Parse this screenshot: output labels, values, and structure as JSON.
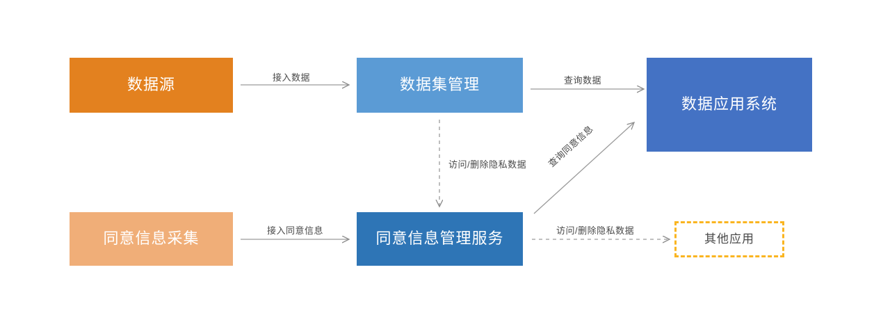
{
  "diagram": {
    "title": "",
    "background": "#ffffff",
    "nodes": [
      {
        "id": "data-source",
        "label": "数据源",
        "fill": "#E3811F",
        "text_color": "#ffffff",
        "style": "solid"
      },
      {
        "id": "dataset-mgmt",
        "label": "数据集管理",
        "fill": "#5B9BD5",
        "text_color": "#ffffff",
        "style": "solid"
      },
      {
        "id": "data-app-system",
        "label": "数据应用系统",
        "fill": "#4472C4",
        "text_color": "#ffffff",
        "style": "solid"
      },
      {
        "id": "consent-collect",
        "label": "同意信息采集",
        "fill": "#F0AE78",
        "text_color": "#ffffff",
        "style": "solid"
      },
      {
        "id": "consent-service",
        "label": "同意信息管理服务",
        "fill": "#2E75B6",
        "text_color": "#ffffff",
        "style": "solid"
      },
      {
        "id": "other-apps",
        "label": "其他应用",
        "fill": "#ffffff",
        "text_color": "#4a4a4a",
        "style": "dashed",
        "border_color": "#FAB521"
      }
    ],
    "edges": [
      {
        "id": "ingest-data",
        "label": "接入数据",
        "from": "data-source",
        "to": "dataset-mgmt",
        "style": "solid",
        "color": "#9a9a9a"
      },
      {
        "id": "query-data",
        "label": "查询数据",
        "from": "dataset-mgmt",
        "to": "data-app-system",
        "style": "solid",
        "color": "#9a9a9a"
      },
      {
        "id": "access-delete-v",
        "label": "访问/删除隐私数据",
        "from": "dataset-mgmt",
        "to": "consent-service",
        "style": "dashed",
        "color": "#9a9a9a"
      },
      {
        "id": "query-consent",
        "label": "查询同意信息",
        "from": "consent-service",
        "to": "data-app-system",
        "style": "solid",
        "color": "#9a9a9a"
      },
      {
        "id": "ingest-consent",
        "label": "接入同意信息",
        "from": "consent-collect",
        "to": "consent-service",
        "style": "solid",
        "color": "#9a9a9a"
      },
      {
        "id": "access-delete-h",
        "label": "访问/删除隐私数据",
        "from": "consent-service",
        "to": "other-apps",
        "style": "dashed",
        "color": "#9a9a9a"
      }
    ]
  }
}
